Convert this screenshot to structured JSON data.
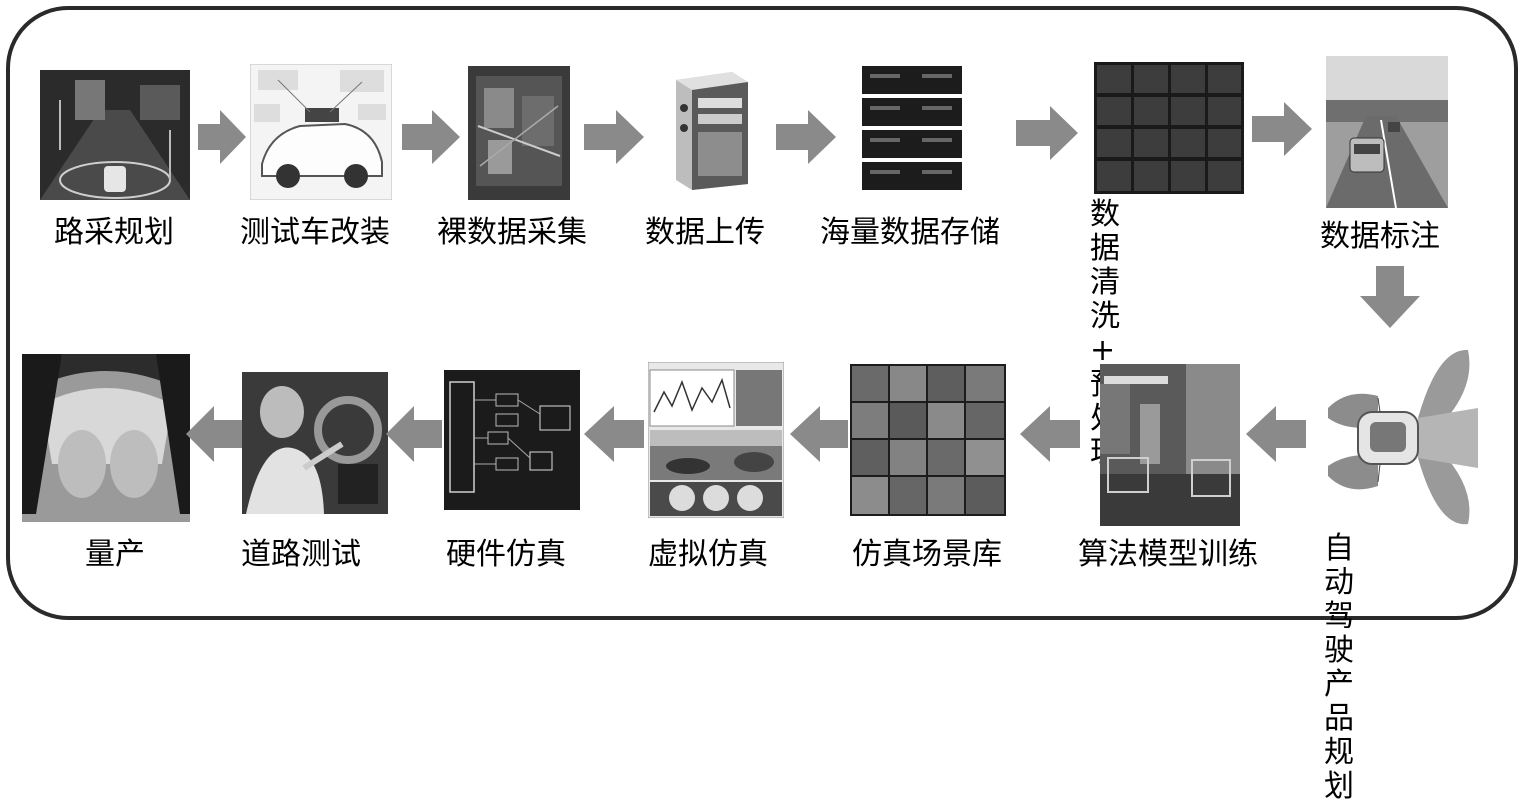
{
  "process": {
    "top_row": [
      {
        "id": "route-planning",
        "label": "路采规划"
      },
      {
        "id": "vehicle-modification",
        "label": "测试车改装"
      },
      {
        "id": "raw-data-collection",
        "label": "裸数据采集"
      },
      {
        "id": "data-upload",
        "label": "数据上传"
      },
      {
        "id": "mass-data-storage",
        "label": "海量数据存储"
      },
      {
        "id": "data-cleaning",
        "label": "数据清洗+\n预处理"
      },
      {
        "id": "data-annotation",
        "label": "数据标注"
      }
    ],
    "bottom_row": [
      {
        "id": "mass-production",
        "label": "量产"
      },
      {
        "id": "road-testing",
        "label": "道路测试"
      },
      {
        "id": "hardware-simulation",
        "label": "硬件仿真"
      },
      {
        "id": "virtual-simulation",
        "label": "虚拟仿真"
      },
      {
        "id": "simulation-scenario-library",
        "label": "仿真场景库"
      },
      {
        "id": "algorithm-model-training",
        "label": "算法模型训练"
      },
      {
        "id": "product-planning",
        "label": "自动驾驶\n产品规划"
      }
    ]
  },
  "arrow_color": "#8a8a8a",
  "frame_color": "#2a2a2a"
}
